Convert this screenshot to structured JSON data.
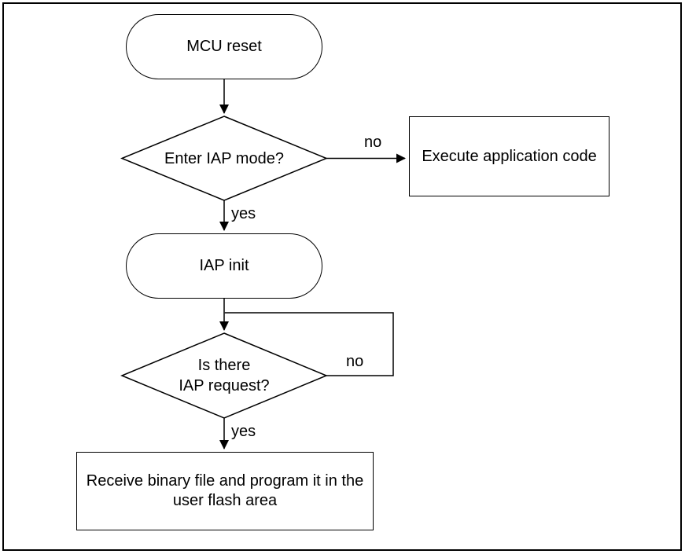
{
  "diagram": {
    "type": "flowchart",
    "colors": {
      "stroke": "#000000",
      "node_fill": "#ffffff",
      "text": "#000000",
      "background": "#ffffff"
    },
    "nodes": {
      "mcu_reset": {
        "type": "terminator",
        "label": "MCU reset"
      },
      "enter_iap": {
        "type": "decision",
        "label": "Enter IAP mode?"
      },
      "execute_app": {
        "type": "process",
        "label": "Execute application code"
      },
      "iap_init": {
        "type": "terminator",
        "label": "IAP init"
      },
      "iap_request": {
        "type": "decision",
        "label": "Is there\nIAP request?"
      },
      "receive_bin": {
        "type": "process",
        "label": "Receive binary file and program it in the\nuser flash area"
      }
    },
    "edge_labels": {
      "enter_iap_no": "no",
      "enter_iap_yes": "yes",
      "iap_request_no": "no",
      "iap_request_yes": "yes"
    }
  }
}
